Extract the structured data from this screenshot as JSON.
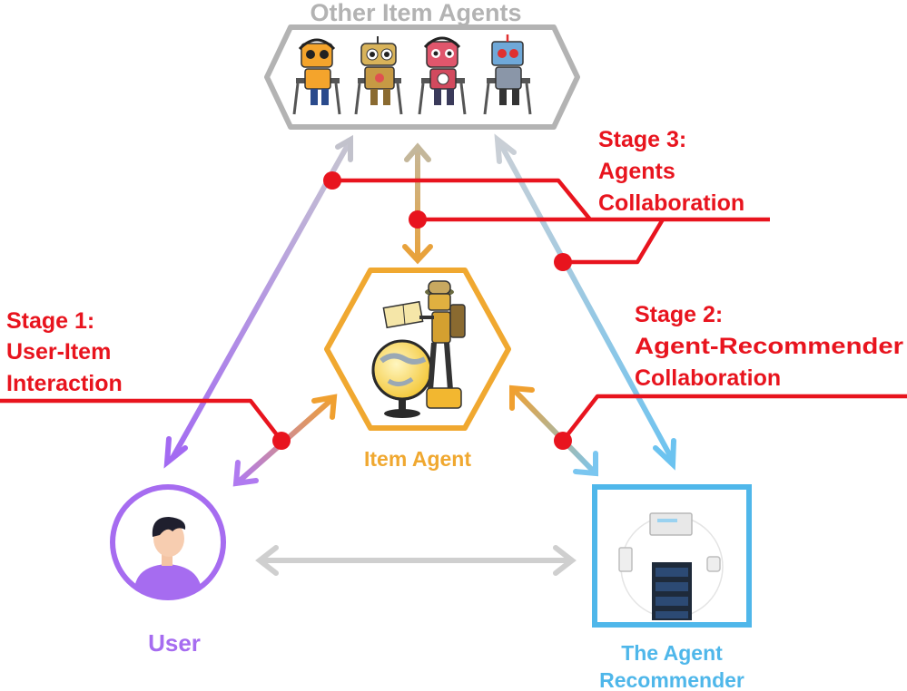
{
  "nodes": {
    "other_agents": {
      "label": "Other Item Agents",
      "color": "#b3b3b3"
    },
    "item_agent": {
      "label": "Item Agent",
      "color": "#f0a830"
    },
    "user": {
      "label": "User",
      "color": "#a66cf0"
    },
    "recommender": {
      "label_line1": "The Agent",
      "label_line2": "Recommender",
      "color": "#4fb7ea"
    }
  },
  "stages": {
    "stage1": {
      "line1": "Stage 1:",
      "line2": "User-Item",
      "line3": "Interaction"
    },
    "stage2": {
      "line1": "Stage 2:",
      "line2": "Agent-Recommender",
      "line3": "Collaboration"
    },
    "stage3": {
      "line1": "Stage 3:",
      "line2": "Agents",
      "line3": "Collaboration"
    }
  },
  "colors": {
    "stage_red": "#e8141e",
    "neutral_arrow": "#cfcfcf",
    "robot_palette": [
      "#f4a42c",
      "#d8b35a",
      "#e0566c",
      "#6fa8d8"
    ]
  },
  "icons": [
    "robot-icon",
    "explorer-robot-icon",
    "globe-icon",
    "person-icon",
    "server-icon",
    "monitor-icon",
    "phone-icon",
    "watch-icon"
  ]
}
